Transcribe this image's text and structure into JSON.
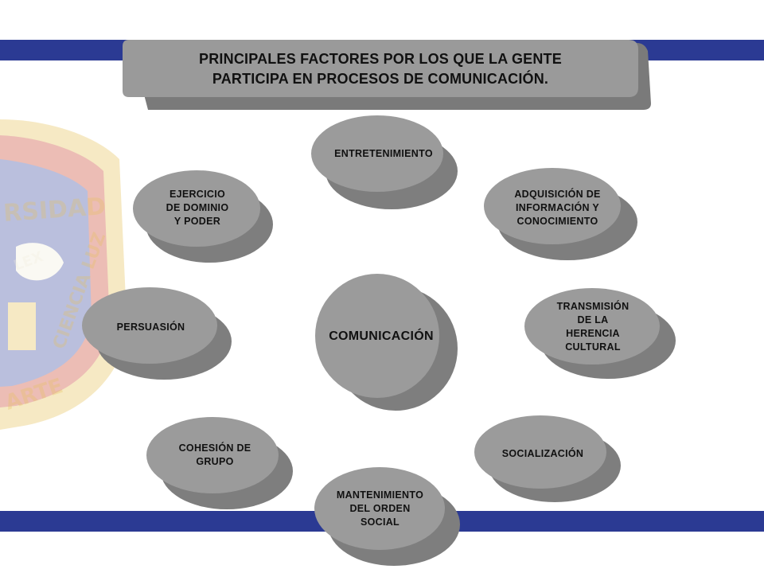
{
  "title": "PRINCIPALES FACTORES POR LOS QUE LA GENTE\nPARTICIPA EN PROCESOS DE COMUNICACIÓN.",
  "center": "COMUNICACIÓN",
  "factors": {
    "entretenimiento": "ENTRETENIMIENTO",
    "adquisicion": "ADQUISICIÓN DE\nINFORMACIÓN Y\nCONOCIMIENTO",
    "transmision": "TRANSMISIÓN\nDE LA\nHERENCIA\nCULTURAL",
    "socializacion": "SOCIALIZACIÓN",
    "mantenimiento": "MANTENIMIENTO\nDEL ORDEN\nSOCIAL",
    "cohesion": "COHESIÓN DE\nGRUPO",
    "persuasion": "PERSUASIÓN",
    "ejercicio": "EJERCICIO\nDE DOMINIO\nY PODER"
  },
  "watermark_text": "UNIVERSIDAD DEL ARTE CIENCIA LUZ LEX",
  "colors": {
    "band": "#2b3a93",
    "disk_top": "#9b9b9b",
    "disk_side": "#7e7e7e",
    "title_box": "#9a9a9a"
  }
}
